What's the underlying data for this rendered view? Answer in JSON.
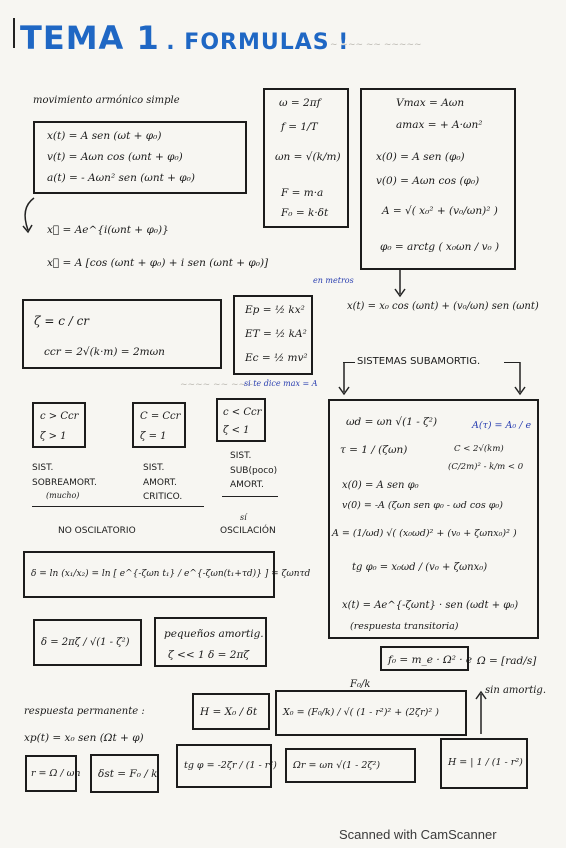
{
  "title": {
    "main": "TEMA 1",
    "sub": ". FORMULAS !"
  },
  "mas": {
    "heading": "movimiento armónico simple",
    "x": "x(t) = A sen (ωt + φ₀)",
    "v": "v(t) = Aωn cos (ωnt + φ₀)",
    "a": "a(t) = - Aωn² sen (ωnt + φ₀)",
    "complex1": "x⃗ = Ae^{i(ωnt + φ₀)}",
    "complex2": "x⃗ = A [cos (ωnt + φ₀) + i sen (ωnt + φ₀)]"
  },
  "basic": {
    "w": "ω = 2πf",
    "f": "f = 1/T",
    "wn": "ωn = √(k/m)",
    "F": "F = m·a",
    "F0": "F₀ = k·δt"
  },
  "maxima": {
    "vmax": "Vmax = Aωn",
    "amax": "amax = + A·ωn²",
    "x0": "x(0) = A sen (φ₀)",
    "v0": "v(0) = Aωn cos (φ₀)",
    "A": "A = √( x₀² + (v₀/ωn)² )",
    "phi0": "φ₀ = arctg ( x₀ωn / v₀ )",
    "solution": "x(t) = x₀ cos (ωnt) + (v₀/ωn) sen (ωnt)"
  },
  "damping": {
    "zeta": "ζ = c / cr",
    "ccr": "ccr = 2√(k·m) = 2mωn"
  },
  "energy": {
    "note": "en metros",
    "Ep": "Ep = ½ kx²",
    "Et": "ET = ½ kA²",
    "Ec": "Ec = ½ mv²",
    "footnote": "si te dice max = A"
  },
  "cases": {
    "over": {
      "c1": "c > Ccr",
      "c2": "ζ > 1",
      "l1": "SIST.",
      "l2": "SOBREAMORT.",
      "l3": "(mucho)"
    },
    "crit": {
      "c1": "C = Ccr",
      "c2": "ζ = 1",
      "l1": "SIST.",
      "l2": "AMORT.",
      "l3": "CRITICO."
    },
    "under": {
      "c1": "c < Ccr",
      "c2": "ζ < 1",
      "l1": "SIST.",
      "l2": "SUB(poco)",
      "l3": "AMORT."
    },
    "no_osc": "NO OSCILATORIO",
    "osc1": "sí",
    "osc2": "OSCILACIÓN"
  },
  "log_dec": "δ = ln (x₁/x₂) = ln [ e^{-ζωn t₁} / e^{-ζωn(t₁+τd)} ] = ζωnτd",
  "delta_box": "δ = 2πζ / √(1 - ζ²)",
  "small_damp": {
    "l1": "pequeños amortig.",
    "l2": "ζ << 1   δ = 2πζ"
  },
  "subamort": {
    "heading": "SISTEMAS SUBAMORTIG.",
    "wd": "ωd = ωn √(1 - ζ²)",
    "At": "A(τ) = A₀ / e",
    "tau": "τ = 1 / (ζωn)",
    "cond1": "C < 2√(km)",
    "cond2": "(C/2m)² - k/m < 0",
    "x0": "x(0) = A sen φ₀",
    "v0": "v(0) = -A (ζωn sen φ₀ - ωd cos φ₀)",
    "A": "A = (1/ωd) √( (x₀ωd)² + (v₀ + ζωnx₀)² )",
    "tg": "tg φ₀ = x₀ωd / (v₀ + ζωnx₀)",
    "xt": "x(t) = Ae^{-ζωnt} · sen (ωdt + φ₀)",
    "resp": "(respuesta transitoria)"
  },
  "forced": {
    "fo": "f₀ = m_e · Ω² · e",
    "omega": "Ω = [rad/s]",
    "sinamort": "sin amortig.",
    "perm": "respuesta permanente :",
    "xp": "xp(t) = x₀ sen (Ωt + φ)",
    "H": "H = X₀ / δt",
    "Fok": "F₀/k",
    "X0": "X₀ = (F₀/k) / √( (1 - r²)² + (2ζr)² )",
    "r": "r = Ω / ωn",
    "dst": "δst = F₀ / k",
    "tgphi": "tg φ = -2ζr / (1 - r²)",
    "Or": "Ωr = ωn √(1 - 2ζ²)",
    "Hsin": "H = | 1 / (1 - r²) |"
  },
  "footer": "Scanned with CamScanner"
}
